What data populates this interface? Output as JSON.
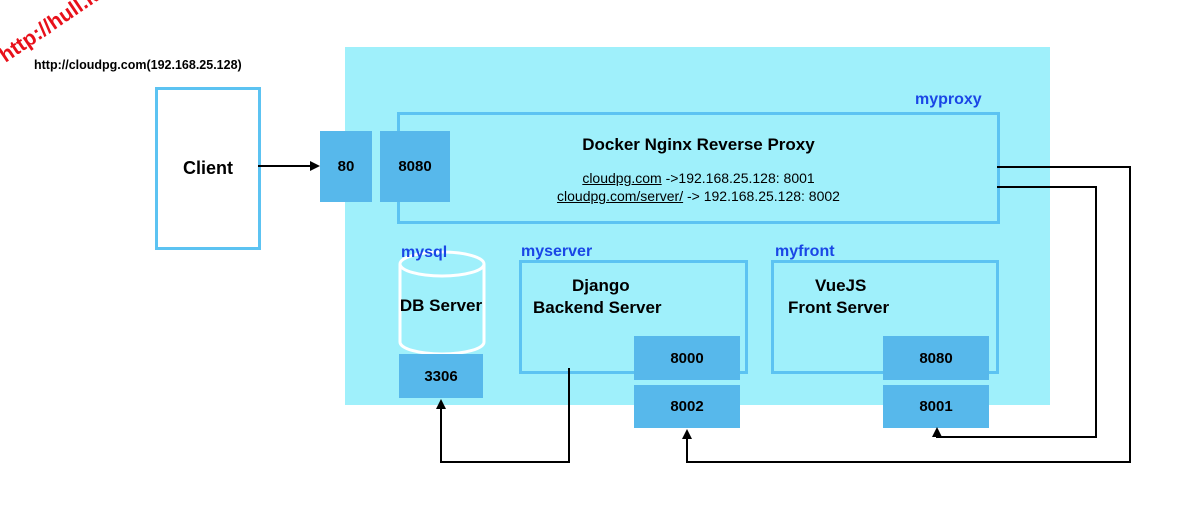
{
  "header": {
    "url_label": "http://cloudpg.com(192.168.25.128)",
    "watermark": "http://hull.kr"
  },
  "client": {
    "label": "Client"
  },
  "proxy": {
    "container_name": "myproxy",
    "title": "Docker Nginx Reverse Proxy",
    "routes": [
      {
        "host": "cloudpg.com",
        "target": " ->192.168.25.128: 8001"
      },
      {
        "host": "cloudpg.com/server/",
        "target": " -> 192.168.25.128: 8002"
      }
    ],
    "ports": [
      "80",
      "8080"
    ]
  },
  "mysql": {
    "container_name": "mysql",
    "label": "DB Server",
    "port": "3306"
  },
  "server": {
    "container_name": "myserver",
    "title_line1": "Django",
    "title_line2": "Backend Server",
    "port_inner": "8000",
    "port_outer": "8002"
  },
  "front": {
    "container_name": "myfront",
    "title_line1": "VueJS",
    "title_line2": "Front Server",
    "port_inner": "8080",
    "port_outer": "8001"
  },
  "colors": {
    "docker_bg": "#9ff0fb",
    "border": "#5cc3f2",
    "port": "#57b8eb",
    "label_blue": "#1a46e6",
    "watermark": "#e8101a"
  }
}
